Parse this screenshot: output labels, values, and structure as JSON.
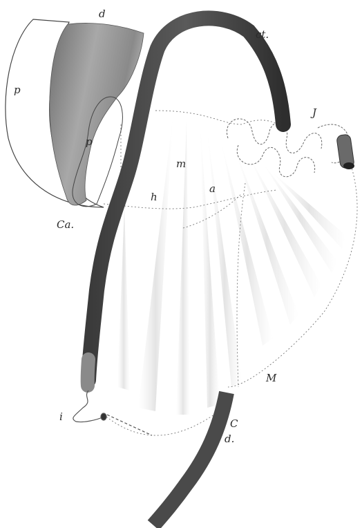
{
  "labels": {
    "d_top": "d",
    "p_outer": "p",
    "p_inner": "p",
    "ct": "ct.",
    "J": "J",
    "m": "m",
    "a": "a",
    "h": "h",
    "Ca": "Ca.",
    "M": "M",
    "C": "C",
    "d_bottom": "d.",
    "i": "i"
  }
}
